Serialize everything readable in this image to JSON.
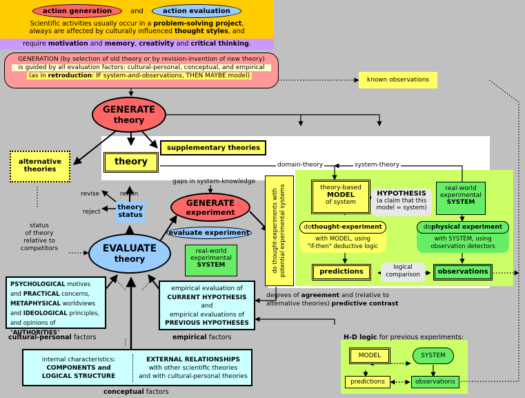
{
  "top": {
    "action_generation": "action generation",
    "and": "and",
    "action_evaluation": "action evaluation",
    "line1_pre": "Scientific activities usually occur in a ",
    "line1_bold": "problem-solving project",
    "line1_post": ",",
    "line2_pre": "always are affected by culturally influenced ",
    "line2_bold": "thought styles",
    "line2_post": ", and",
    "line3_pre": "require ",
    "motivation": "motivation",
    "line3_and": " and ",
    "memory": "memory",
    "creativity": "creativity",
    "line3_and2": " and ",
    "critical": "critical thinking",
    "line3_end": "."
  },
  "generation": {
    "line1": "GENERATION (by selection of old theory or by revision-invention of new theory)",
    "line2": "is guided by all evaluation factors:  cultural-personal, conceptual, and empirical",
    "line3_pre": "(as in ",
    "line3_bold": "retroduction",
    "line3_post": ":  IF system-and-observations, THEN MAYBE model)"
  },
  "known_observations": "known observations",
  "generate_theory": {
    "line1": "GENERATE",
    "line2": "theory"
  },
  "supplementary_theories": "supplementary theories",
  "theory": "theory",
  "alternative_theories": {
    "line1": "alternative",
    "line2": "theories"
  },
  "domain_theory": "domain-theory",
  "system_theory": "system-theory",
  "gaps": "gaps in system-knowledge",
  "revise": "revise",
  "retain": "retain",
  "reject": "reject",
  "theory_status": {
    "line1": "theory",
    "line2": "status"
  },
  "generate_experiment": {
    "line1": "GENERATE",
    "line2": "experiment"
  },
  "evaluate_experiment": "evaluate experiment",
  "real_world_left": {
    "line1": "real-world",
    "line2": "experimental",
    "line3": "SYSTEM"
  },
  "status_text": {
    "line1": "status",
    "line2": "of theory",
    "line3": "relative to",
    "line4": "competitors"
  },
  "evaluate_theory": {
    "line1": "EVALUATE",
    "line2": "theory"
  },
  "vertical_label": {
    "line1": "do thought-experiments with",
    "line2": "potential experimental systems"
  },
  "model_box": {
    "line1": "theory-based",
    "line2": "MODEL",
    "line3": "of system"
  },
  "hypothesis": {
    "line1": "HYPOTHESIS",
    "line2": "(a claim that this",
    "line3": "model ≈ system)"
  },
  "real_world_right": {
    "line1": "real-world",
    "line2": "experimental",
    "line3": "SYSTEM"
  },
  "thought_experiment": {
    "pre": "do ",
    "bold": "thought-experiment"
  },
  "thought_detail": {
    "line1": "with MODEL, using",
    "line2": "\"if-then\" deductive logic"
  },
  "physical_experiment": {
    "pre": "do ",
    "bold": "physical experiment"
  },
  "physical_detail": {
    "line1": "with SYSTEM, using",
    "line2": "observation detectors"
  },
  "predictions": "predictions",
  "observations": "observations",
  "logical_comparison": {
    "line1": "logical",
    "line2": "comparison"
  },
  "degrees": {
    "pre": "degrees of ",
    "bold1": "agreement",
    "mid": " and (relative to",
    "line2_pre": "alternative theories) ",
    "bold2": "predictive contrast"
  },
  "psych_box": {
    "b1": "PSYCHOLOGICAL",
    "t1": " motives",
    "t2a": "and ",
    "b2": "PRACTICAL",
    "t2b": " concerns,",
    "b3": "METAPHYSICAL",
    "t3": " worldviews",
    "t4a": "and ",
    "b4": "IDEOLOGICAL",
    "t4b": " principles,",
    "t5a": "and opinions of \"",
    "b5": "AUTHORITIES",
    "t5b": "\""
  },
  "cultural_label": {
    "bold": "cultural-personal",
    "post": " factors"
  },
  "empirical_box": {
    "l1": "empirical  evaluation  of",
    "l2": "CURRENT HYPOTHESIS",
    "l3": "and",
    "l4": "empirical evaluations of",
    "l5": "PREVIOUS HYPOTHESES"
  },
  "empirical_label": {
    "bold": "empirical",
    "post": " factors"
  },
  "conceptual_box": {
    "l1": "internal characteristics:",
    "l2": "COMPONENTS and",
    "l3": "LOGICAL STRUCTURE",
    "r1": "EXTERNAL RELATIONSHIPS",
    "r2": "with other scientific theories",
    "r3": "and with cultural-personal theories"
  },
  "conceptual_label": {
    "bold": "conceptual",
    "post": " factors"
  },
  "hd_logic": {
    "bold": "H-D logic",
    "post": " for previous experiments:"
  },
  "hd_model": "MODEL",
  "hd_system": "SYSTEM",
  "hd_predictions": "predictions",
  "hd_observations": "observations",
  "colors": {
    "orange": "#ffcc00",
    "red_ellipse": "#ff6666",
    "blue_ellipse": "#99ccff",
    "purple": "#cc99ff",
    "pink": "#ff9999",
    "yellow": "#ffff66",
    "green": "#66ee66",
    "light_green": "#ccff66",
    "cyan": "#ccffff",
    "white": "#ffffff",
    "gray": "#c0c0c0"
  }
}
